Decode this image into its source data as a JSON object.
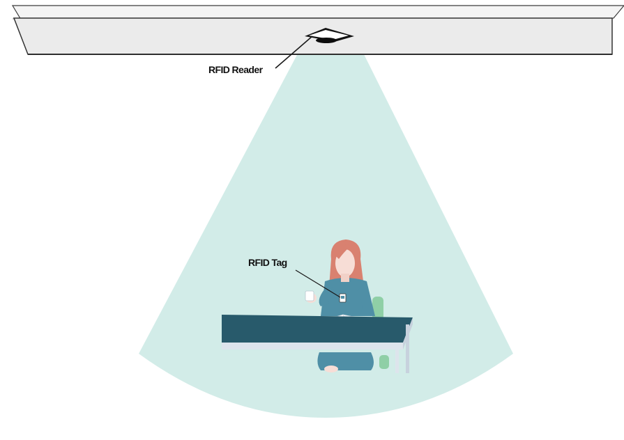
{
  "diagram": {
    "labels": {
      "reader": "RFID Reader",
      "tag": "RFID Tag"
    },
    "icons": {
      "ceiling": "ceiling-panel",
      "reader": "rfid-reader-device",
      "beam": "read-zone-cone",
      "person": "seated-person-icon",
      "tag": "id-badge-icon",
      "desk": "desk"
    },
    "colors": {
      "beam": "#cdeae6",
      "ceiling_fill": "#ececec",
      "ceiling_stroke": "#333333",
      "reader": "#111111",
      "desk_top": "#285a6b",
      "desk_edge": "#dde4ec",
      "shirt": "#4f8fa6",
      "hair": "#d98170",
      "skin": "#f7ddd6",
      "chair": "#8fcfa6",
      "label_text": "#111111"
    }
  }
}
